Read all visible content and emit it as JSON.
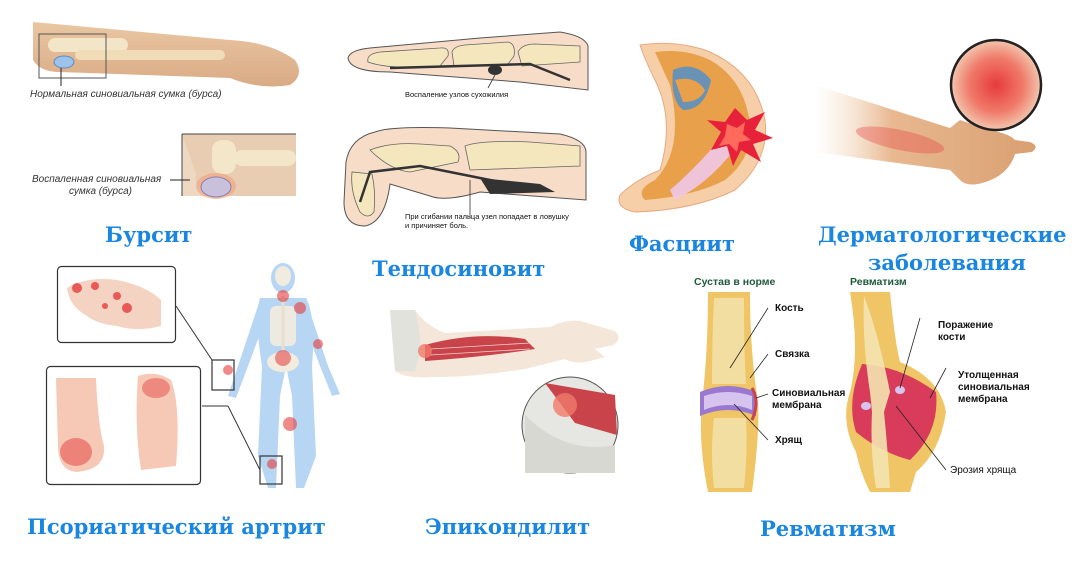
{
  "colors": {
    "title": "#1a86e0",
    "skin": "#f1d3b3",
    "bone": "#f4e6c1",
    "inflammation": "#e63b3b",
    "joint_header": "#1f5a3a",
    "skeleton_blue": "#b7d6f3"
  },
  "panels": {
    "bursitis": {
      "title": "Бурсит",
      "caption_normal": "Нормальная синовиальная сумка (бурса)",
      "caption_inflamed_line1": "Воспаленная синовиальная",
      "caption_inflamed_line2": "сумка (бурса)"
    },
    "tendosynovitis": {
      "title": "Тендосиновит",
      "caption_top": "Воспаление узлов сухожилия",
      "caption_bottom_line1": "При сгибании пальца узел попадает в ловушку",
      "caption_bottom_line2": "и причиняет боль."
    },
    "fasciitis": {
      "title": "Фасциит"
    },
    "dermatological": {
      "title_line1": "Дерматологические",
      "title_line2": "заболевания"
    },
    "psoriatic_arthritis": {
      "title": "Псориатический артрит"
    },
    "epicondylitis": {
      "title": "Эпикондилит"
    },
    "rheumatism": {
      "title": "Ревматизм",
      "normal_joint": {
        "header": "Сустав в норме",
        "labels": {
          "bone": "Кость",
          "ligament": "Связка",
          "synovial_line1": "Синовиальная",
          "synovial_line2": "мембрана",
          "cartilage": "Хрящ"
        }
      },
      "affected_joint": {
        "header": "Ревматизм",
        "labels": {
          "bone_damage_line1": "Поражение",
          "bone_damage_line2": "кости",
          "thickened_line1": "Утолщенная",
          "thickened_line2": "синовиальная",
          "thickened_line3": "мембрана",
          "erosion": "Эрозия хряща"
        }
      }
    }
  }
}
